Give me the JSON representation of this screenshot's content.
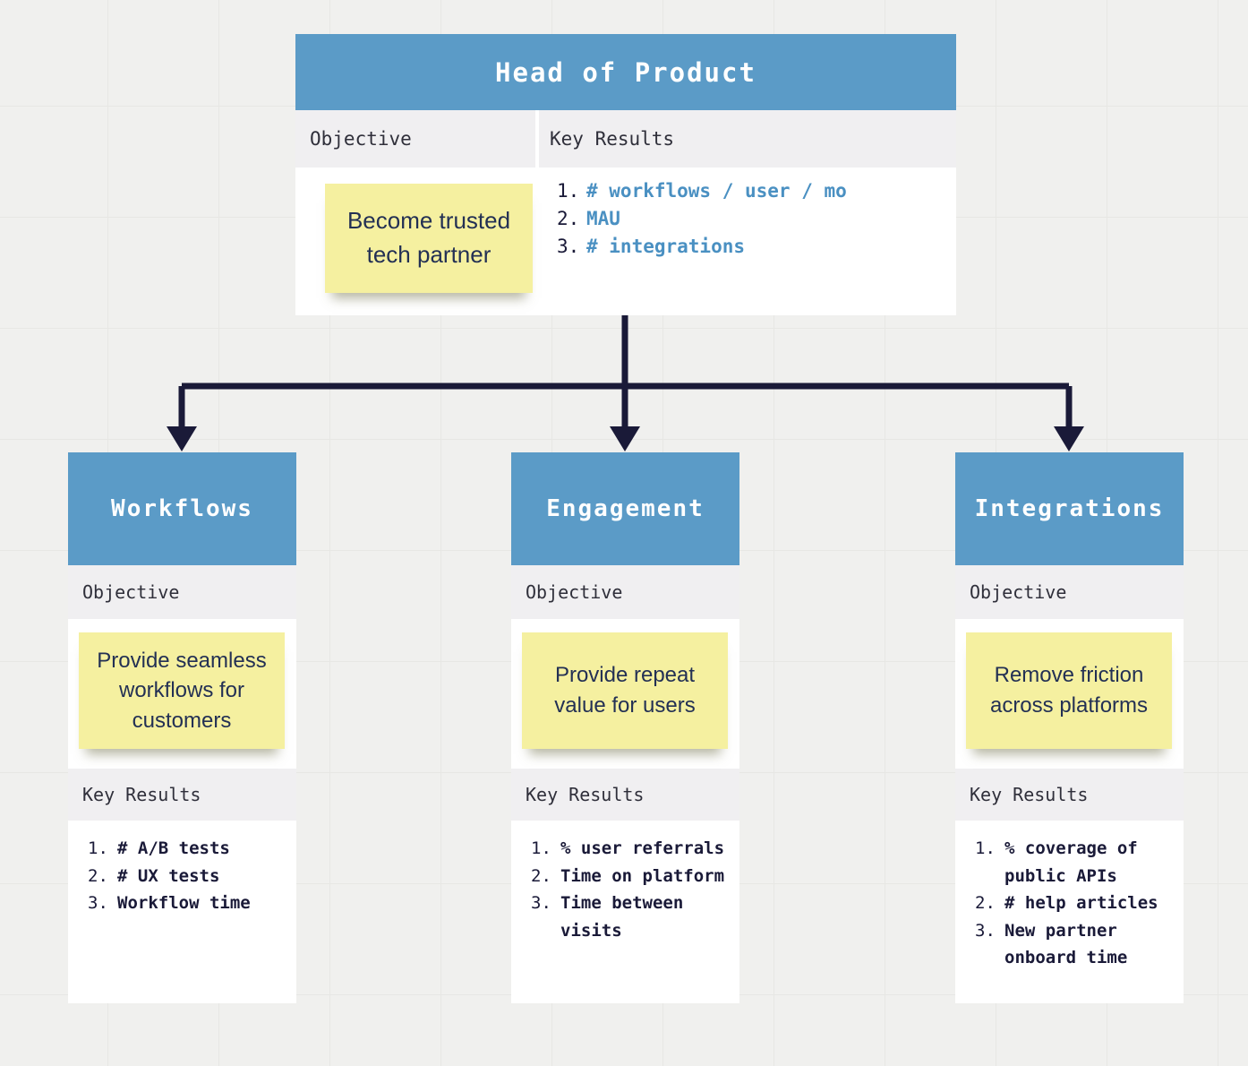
{
  "colors": {
    "header_blue": "#5b9bc7",
    "sticky_yellow": "#f5f0a0",
    "navy": "#1a1a38",
    "key_result_blue": "#4a90c2",
    "label_gray": "#f0eff1"
  },
  "root": {
    "title": "Head of Product",
    "objective_label": "Objective",
    "key_results_label": "Key Results",
    "objective": "Become trusted tech partner",
    "key_results": [
      "# workflows / user / mo",
      "MAU",
      "# integrations"
    ]
  },
  "children": [
    {
      "title": "Workflows",
      "objective_label": "Objective",
      "key_results_label": "Key Results",
      "objective": "Provide seamless workflows for customers",
      "key_results": [
        "# A/B tests",
        "# UX tests",
        "Workflow time"
      ]
    },
    {
      "title": "Engagement",
      "objective_label": "Objective",
      "key_results_label": "Key Results",
      "objective": "Provide repeat value for users",
      "key_results": [
        "% user referrals",
        "Time on platform",
        "Time between visits"
      ]
    },
    {
      "title": "Integrations",
      "objective_label": "Objective",
      "key_results_label": "Key Results",
      "objective": "Remove friction across platforms",
      "key_results": [
        "% coverage of public APIs",
        "# help articles",
        "New partner onboard time"
      ]
    }
  ]
}
